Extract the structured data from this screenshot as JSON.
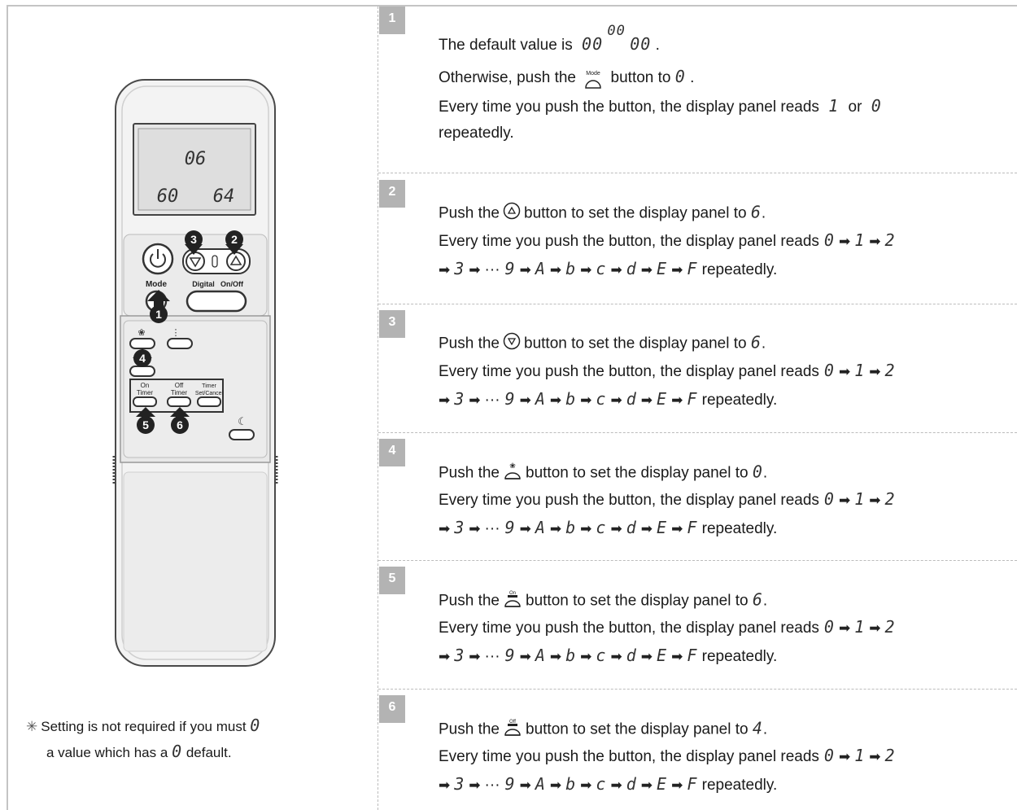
{
  "remote": {
    "display_top": "06",
    "display_left": "60",
    "display_right": "64",
    "mode_label": "Mode",
    "digital_label": "Digital",
    "onoff_label": "On/Off",
    "on_timer_label": "On",
    "on_timer_sub": "Timer",
    "off_timer_label": "Off",
    "off_timer_sub": "Timer",
    "timer_label": "Timer",
    "timer_sub": "Set/Cancel",
    "callouts": [
      "1",
      "2",
      "3",
      "4",
      "5",
      "6"
    ]
  },
  "note": {
    "line1_pre": "Setting is not required if you must",
    "line1_seg": "0",
    "line2_pre": "a value which has a",
    "line2_seg": "0",
    "line2_post": "default.",
    "symbol": "✳"
  },
  "steps": [
    {
      "number": "1",
      "l1_pre": "The default value is",
      "l1_seg_small": "00",
      "l1_seg_left": "00",
      "l1_seg_right": "00",
      "l1_post": ".",
      "l2_pre": "Otherwise, push the",
      "l2_icon": "mode-button-icon",
      "l2_icon_label": "Mode",
      "l2_mid": "button to",
      "l2_seg": "0",
      "l2_post": ".",
      "l3_pre": "Every time you push the button, the display panel reads",
      "l3_seg1": "1",
      "l3_or": "or",
      "l3_seg2": "0",
      "l4": "repeatedly."
    },
    {
      "number": "2",
      "icon": "temp-up-button-icon",
      "pre": "Push the",
      "mid": "button to set the display panel to",
      "target": "6",
      "post": "."
    },
    {
      "number": "3",
      "icon": "temp-down-button-icon",
      "pre": "Push the",
      "mid": "button to set the display panel to",
      "target": "6",
      "post": "."
    },
    {
      "number": "4",
      "icon": "fan-button-icon",
      "pre": "Push the",
      "mid": "button to set the display panel to",
      "target": "0",
      "post": "."
    },
    {
      "number": "5",
      "icon": "on-timer-button-icon",
      "icon_label": "On",
      "pre": "Push the",
      "mid": "button to set the display panel to",
      "target": "6",
      "post": "."
    },
    {
      "number": "6",
      "icon": "off-timer-button-icon",
      "icon_label": "Off",
      "pre": "Push the",
      "mid": "button to set the display panel to",
      "target": "4",
      "post": "."
    }
  ],
  "cycle": {
    "intro": "Every time you push the button, the display panel reads",
    "first": [
      "0",
      "1",
      "2"
    ],
    "second": [
      "3"
    ],
    "dots": "···",
    "rest": [
      "9",
      "A",
      "b",
      "c",
      "d",
      "E",
      "F"
    ],
    "end": "repeatedly."
  },
  "colors": {
    "tab": "#b3b3b3",
    "divider": "#bcbcbc",
    "remote_body": "#f2f2f2",
    "remote_outline": "#555555"
  }
}
